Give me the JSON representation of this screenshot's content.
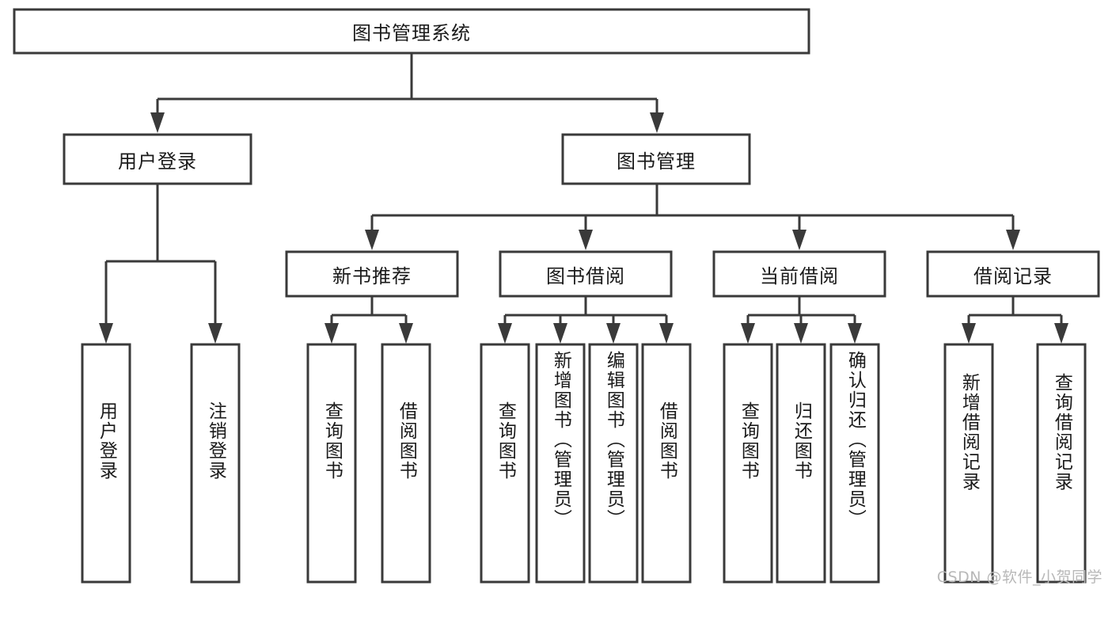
{
  "diagram": {
    "title": "图书管理系统",
    "type": "tree-hierarchy-chart",
    "watermark": "CSDN @软件_小贺同学",
    "colors": {
      "box_stroke": "#3a3a3a",
      "box_fill": "#ffffff",
      "connector": "#3a3a3a",
      "text": "#1a1a1a",
      "background": "#ffffff",
      "watermark": "#b8b8b8"
    },
    "root": {
      "label": "图书管理系统"
    },
    "level1": [
      {
        "label": "用户登录"
      },
      {
        "label": "图书管理"
      }
    ],
    "level2": [
      {
        "label": "新书推荐"
      },
      {
        "label": "图书借阅"
      },
      {
        "label": "当前借阅"
      },
      {
        "label": "借阅记录"
      }
    ],
    "leaves": {
      "user_login": [
        {
          "label": "用户登录"
        },
        {
          "label": "注销登录"
        }
      ],
      "new_book_recommend": [
        {
          "label": "查询图书"
        },
        {
          "label": "借阅图书"
        }
      ],
      "book_borrow": [
        {
          "label": "查询图书"
        },
        {
          "label": "新增图书（管理员）"
        },
        {
          "label": "编辑图书（管理员）"
        },
        {
          "label": "借阅图书"
        }
      ],
      "current_borrow": [
        {
          "label": "查询图书"
        },
        {
          "label": "归还图书"
        },
        {
          "label": "确认归还（管理员）"
        }
      ],
      "borrow_record": [
        {
          "label": "新增借阅记录"
        },
        {
          "label": "查询借阅记录"
        }
      ]
    }
  }
}
